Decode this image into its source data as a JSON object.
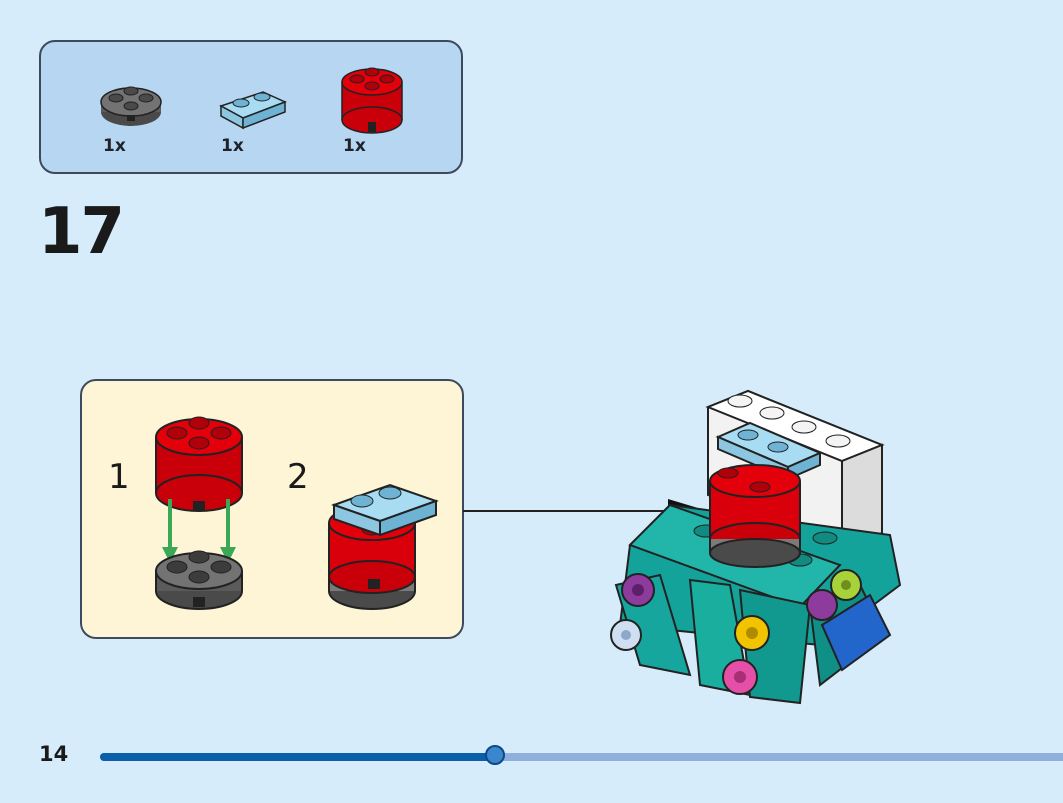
{
  "parts_callout": {
    "items": [
      {
        "name": "dark-gray-round-plate-2x2",
        "quantity": "1x",
        "color": "#6a6a6a"
      },
      {
        "name": "light-blue-plate-1x2",
        "quantity": "1x",
        "color": "#8ccbe8"
      },
      {
        "name": "red-round-brick-2x2",
        "quantity": "1x",
        "color": "#e3000b"
      }
    ]
  },
  "step": {
    "number": "17"
  },
  "sub_steps": [
    {
      "number": "1"
    },
    {
      "number": "2"
    }
  ],
  "footer": {
    "page_number": "14",
    "progress_fraction": 0.41
  },
  "colors": {
    "background": "#d6ecfb",
    "parts_box": "#b6d6f2",
    "sub_box": "#fdf5d6",
    "arrow_green": "#3aa856",
    "progress_fill": "#0a5fa8",
    "progress_track": "#8fb0dd"
  }
}
